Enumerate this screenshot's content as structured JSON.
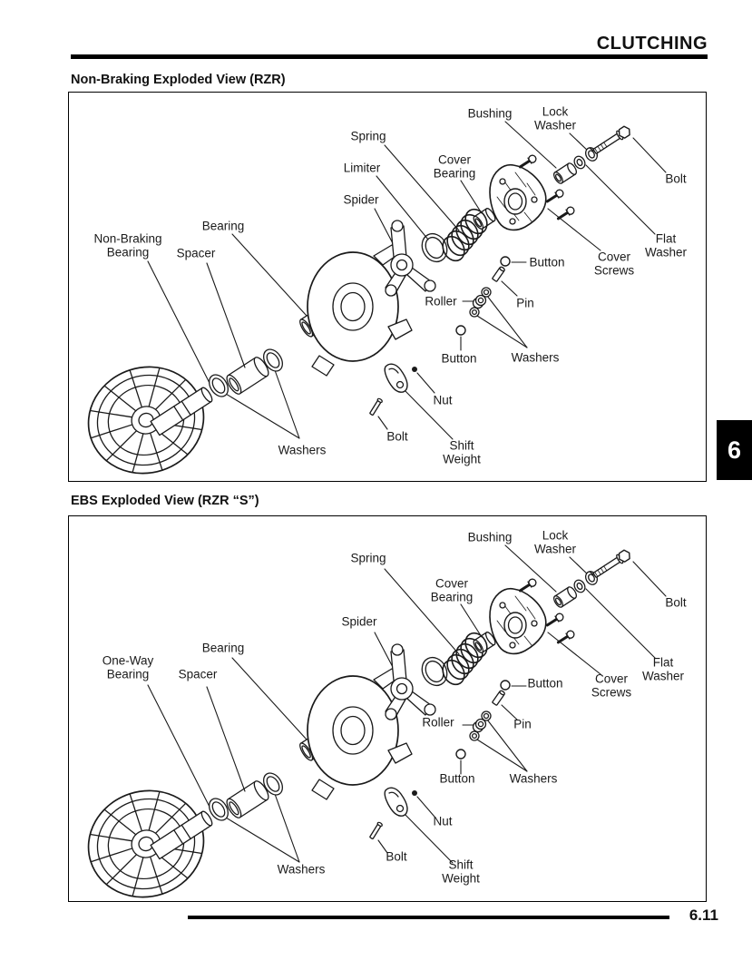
{
  "page": {
    "header_title": "CLUTCHING",
    "page_number": "6.11",
    "chapter_tab": "6",
    "colors": {
      "ink": "#000000",
      "paper": "#ffffff",
      "tab_bg": "#000000",
      "tab_text": "#ffffff"
    }
  },
  "panels": [
    {
      "title": "Non-Braking Exploded View (RZR)",
      "labels": {
        "bushing": "Bushing",
        "lock_washer": "Lock\nWasher",
        "bolt_top": "Bolt",
        "spring": "Spring",
        "limiter": "Limiter",
        "cover_bearing": "Cover\nBearing",
        "spider": "Spider",
        "bearing": "Bearing",
        "main_bearing": "Non-Braking\nBearing",
        "spacer": "Spacer",
        "flat_washer": "Flat\nWasher",
        "cover_screws": "Cover\nScrews",
        "button_upper": "Button",
        "pin": "Pin",
        "roller": "Roller",
        "washers_right": "Washers",
        "button_lower": "Button",
        "nut": "Nut",
        "bolt_lower": "Bolt",
        "shift_weight": "Shift\nWeight",
        "washers_left": "Washers"
      }
    },
    {
      "title": "EBS Exploded View (RZR “S”)",
      "labels": {
        "bushing": "Bushing",
        "lock_washer": "Lock\nWasher",
        "bolt_top": "Bolt",
        "spring": "Spring",
        "cover_bearing": "Cover\nBearing",
        "spider": "Spider",
        "bearing": "Bearing",
        "main_bearing": "One-Way\nBearing",
        "spacer": "Spacer",
        "flat_washer": "Flat\nWasher",
        "cover_screws": "Cover\nScrews",
        "button_upper": "Button",
        "pin": "Pin",
        "roller": "Roller",
        "washers_right": "Washers",
        "button_lower": "Button",
        "nut": "Nut",
        "bolt_lower": "Bolt",
        "shift_weight": "Shift\nWeight",
        "washers_left": "Washers"
      }
    }
  ]
}
